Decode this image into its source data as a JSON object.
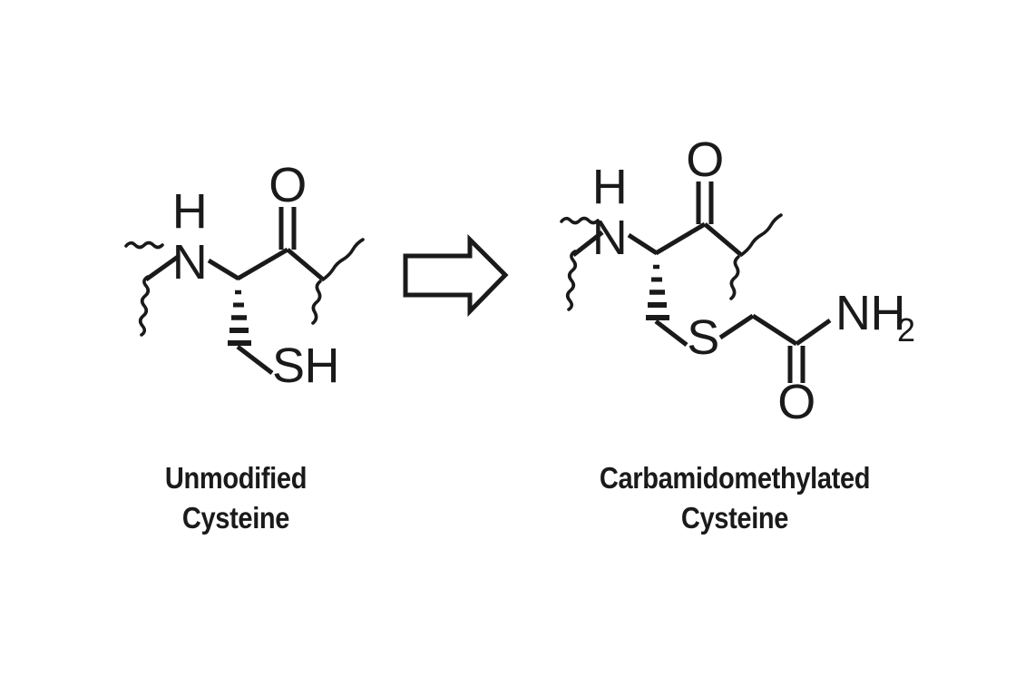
{
  "figure": {
    "type": "chemical-reaction-scheme",
    "background_color": "#ffffff",
    "line_color": "#1a1a1a",
    "description": "Reaction scheme showing conversion of a cysteine residue thiol into a carbamidomethylated cysteine residue thioether"
  },
  "left_structure": {
    "name": "Unmodified Cysteine",
    "caption_line1": "Unmodified",
    "caption_line2": "Cysteine",
    "atom_labels": {
      "amide_h": "H",
      "amide_n": "N",
      "carbonyl_o": "O",
      "thiol": "SH"
    },
    "bonds": [
      "wavy peptide-backbone bond at N-terminus",
      "N to alpha-carbon single bond",
      "alpha-carbon to carbonyl carbon single bond",
      "carbonyl carbon to O double bond",
      "wavy peptide-backbone bond at C-terminus",
      "hashed stereo bond from alpha-carbon to beta-carbon",
      "beta-carbon to SH single bond"
    ]
  },
  "arrow": {
    "name": "reaction-arrow",
    "direction": "right",
    "style": "hollow block arrow with black outline"
  },
  "right_structure": {
    "name": "Carbamidomethylated Cysteine",
    "caption_line1": "Carbamidomethylated",
    "caption_line2": "Cysteine",
    "atom_labels": {
      "amide_h": "H",
      "amide_n": "N",
      "carbonyl_o": "O",
      "sulfur": "S",
      "amide_n_terminal": "NH",
      "amide_n_subscript": "2",
      "amide_o": "O"
    },
    "bonds": [
      "wavy peptide-backbone bond at N-terminus",
      "N to alpha-carbon single bond",
      "alpha-carbon to carbonyl carbon single bond",
      "carbonyl carbon to O double bond",
      "wavy peptide-backbone bond at C-terminus",
      "hashed stereo bond from alpha-carbon to beta-carbon",
      "beta-carbon to S single bond",
      "S to methylene carbon single bond",
      "methylene to amide carbonyl carbon single bond",
      "amide carbonyl carbon to O double bond",
      "amide carbonyl carbon to NH2 single bond"
    ]
  }
}
